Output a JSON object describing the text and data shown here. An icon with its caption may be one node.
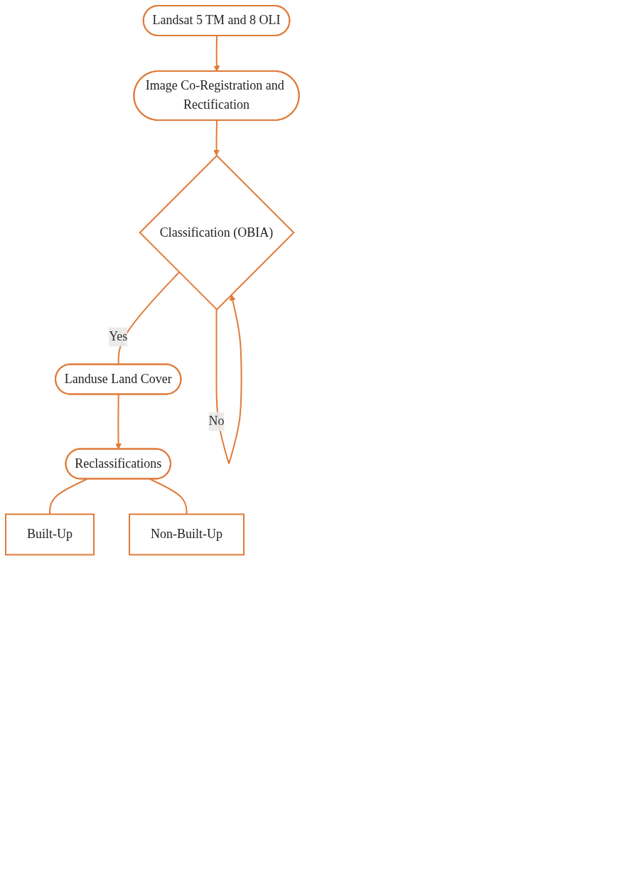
{
  "diagram": {
    "nodes": [
      {
        "text": [
          "Landsat 5 TM and 8 OLI"
        ]
      },
      {
        "text": [
          "Image Co-Registration and Rectification"
        ]
      },
      {
        "text": [
          "Classification (OBIA)"
        ]
      },
      {
        "text": [
          "Landuse Land Cover"
        ]
      },
      {
        "text": [
          "Reclassifications"
        ]
      },
      {
        "text": [
          "Built-Up"
        ]
      },
      {
        "text": [
          "Non-Built-Up"
        ]
      }
    ],
    "edges": [
      {
        "from": 0,
        "to": 1,
        "arrow": "to"
      },
      {
        "from": 1,
        "to": 2,
        "arrow": "to"
      },
      {
        "from": 2,
        "to": 2,
        "label": "No",
        "arrow": "to"
      },
      {
        "from": 2,
        "to": 3,
        "label": "Yes",
        "arrow": "none"
      },
      {
        "from": 3,
        "to": 4,
        "arrow": "to"
      },
      {
        "from": 4,
        "to": 5,
        "arrow": "none"
      },
      {
        "from": 4,
        "to": 6,
        "arrow": "none"
      }
    ]
  }
}
